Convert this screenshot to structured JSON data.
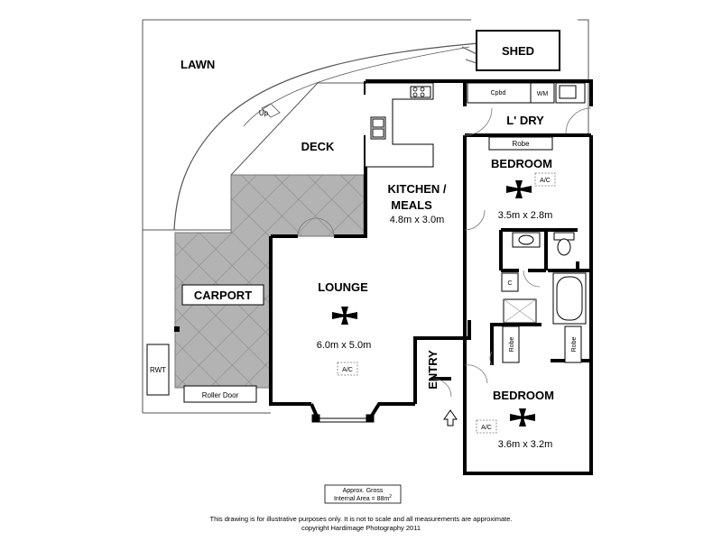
{
  "labels": {
    "lawn": "LAWN",
    "shed": "SHED",
    "cpbd": "Cpbd",
    "wm": "WM",
    "ldry": "L' DRY",
    "up": "Up",
    "deck": "DECK",
    "robe_top": "Robe",
    "bedroom1": "BEDROOM",
    "ac_bed1": "A/C",
    "bed1_dims": "3.5m x 2.8m",
    "kitchen_line1": "KITCHEN /",
    "kitchen_line2": "MEALS",
    "kitchen_dims": "4.8m x 3.0m",
    "lounge": "LOUNGE",
    "lounge_dims": "6.0m x 5.0m",
    "ac_lounge": "A/C",
    "carport": "CARPORT",
    "cupboard_c": "C",
    "robe_left": "Robe",
    "robe_right": "Robe",
    "rwt": "RWT",
    "roller_door": "Roller Door",
    "entry": "ENTRY",
    "bedroom2": "BEDROOM",
    "ac_bed2": "A/C",
    "bed2_dims": "3.6m x 3.2m"
  },
  "area": {
    "line1": "Approx. Gross",
    "line2_prefix": "Internal Area = 88m",
    "line2_sup": "2"
  },
  "footer": {
    "line1": "This drawing is for illustrative purposes only. It is not to scale and all measurements are approximate.",
    "line2": "copyright Hardimage Photography 2011"
  },
  "colors": {
    "wall": "#000000",
    "thin_line": "#555555",
    "hatch_fill": "#b3b3b3",
    "hatch_line": "#8a8a8a",
    "background": "#ffffff"
  }
}
